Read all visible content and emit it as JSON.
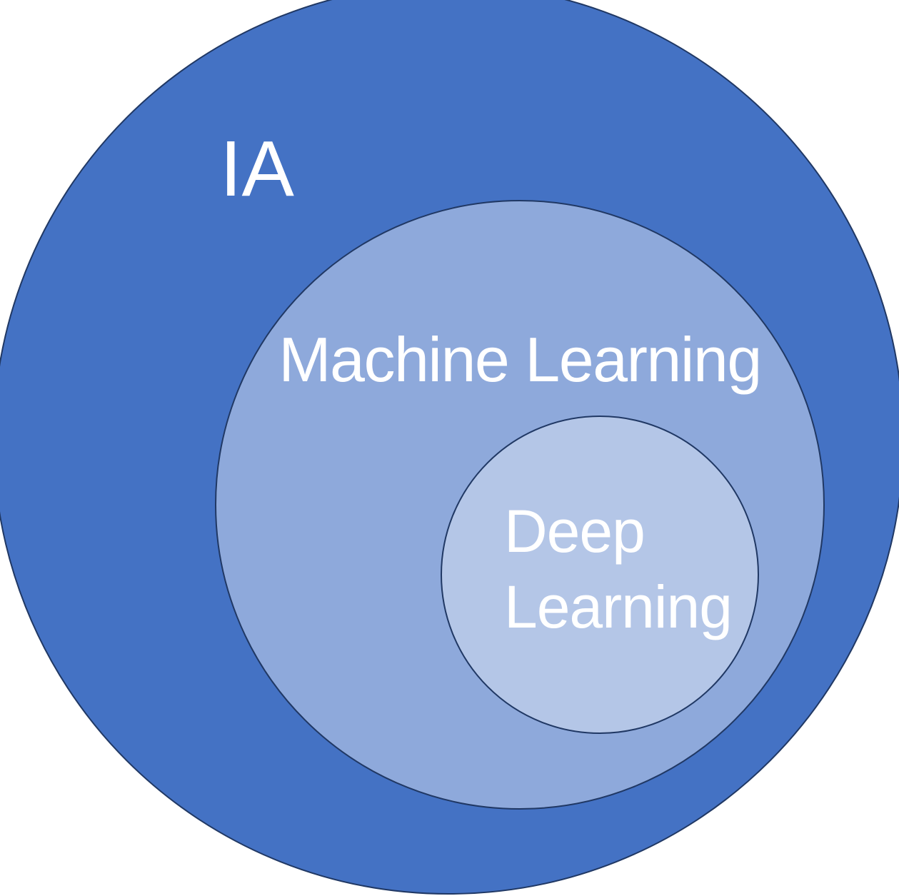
{
  "diagram": {
    "type": "nested-euler",
    "description": "Nested circles showing Deep Learning as a subset of Machine Learning, which is a subset of IA (artificial intelligence)",
    "sets": [
      {
        "id": "ia",
        "label": "IA",
        "level": "outer"
      },
      {
        "id": "machine-learning",
        "label": "Machine Learning",
        "level": "middle",
        "parent": "ia"
      },
      {
        "id": "deep-learning",
        "label": "Deep Learning",
        "line1": "Deep",
        "line2": "Learning",
        "level": "inner",
        "parent": "machine-learning"
      }
    ]
  },
  "colors": {
    "outer": "#4472C4",
    "middle": "#8EA9DB",
    "inner": "#B4C6E7",
    "stroke": "#203864",
    "text": "#FFFFFF",
    "background": "#FFFFFF"
  }
}
